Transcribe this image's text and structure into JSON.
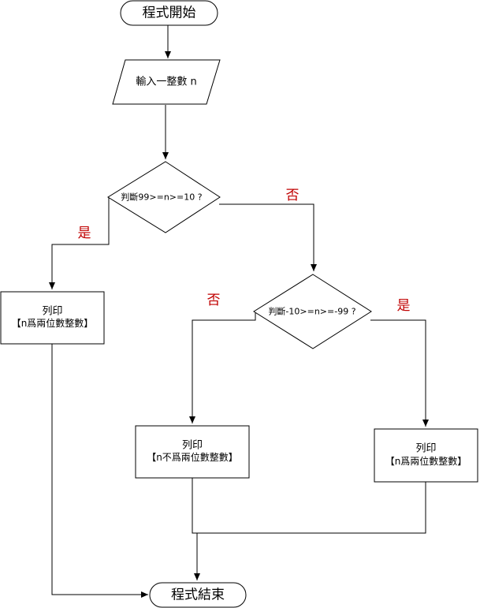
{
  "nodes": {
    "start": "程式開始",
    "input": "輸入一整數 n",
    "decision1": "判斷99>=n>=10 ?",
    "decision2": "判斷-10>=n>=-99 ?",
    "print_left": {
      "line1": "列印",
      "line2": "【n爲兩位數整數】"
    },
    "print_middle": {
      "line1": "列印",
      "line2": "【n不爲兩位數整數】"
    },
    "print_right": {
      "line1": "列印",
      "line2": "【n爲兩位數整數】"
    },
    "end": "程式結束"
  },
  "edge_labels": {
    "d1_yes": "是",
    "d1_no": "否",
    "d2_no": "否",
    "d2_yes": "是"
  },
  "colors": {
    "stroke": "#000000",
    "text": "#000000",
    "edge_label": "#c00000"
  }
}
